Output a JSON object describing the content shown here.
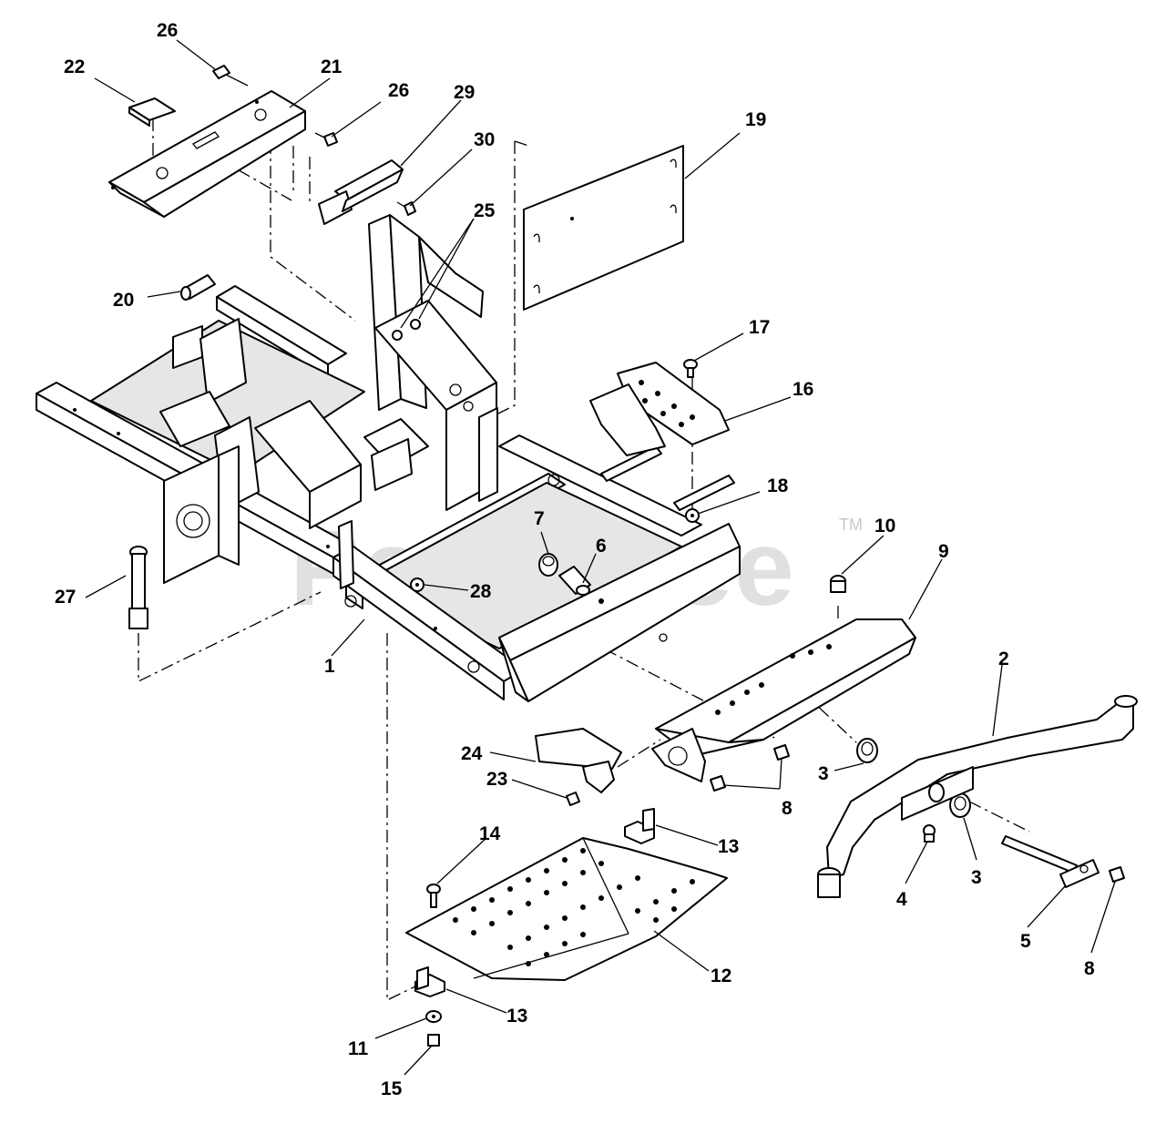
{
  "watermark": {
    "text": "PartsTree",
    "trademark": "TM"
  },
  "callouts": [
    {
      "id": "callout-26-top",
      "label": "26"
    },
    {
      "id": "callout-22",
      "label": "22"
    },
    {
      "id": "callout-21",
      "label": "21"
    },
    {
      "id": "callout-26-mid",
      "label": "26"
    },
    {
      "id": "callout-29",
      "label": "29"
    },
    {
      "id": "callout-30",
      "label": "30"
    },
    {
      "id": "callout-19",
      "label": "19"
    },
    {
      "id": "callout-25",
      "label": "25"
    },
    {
      "id": "callout-20",
      "label": "20"
    },
    {
      "id": "callout-17",
      "label": "17"
    },
    {
      "id": "callout-16",
      "label": "16"
    },
    {
      "id": "callout-18",
      "label": "18"
    },
    {
      "id": "callout-10",
      "label": "10"
    },
    {
      "id": "callout-9",
      "label": "9"
    },
    {
      "id": "callout-7",
      "label": "7"
    },
    {
      "id": "callout-6",
      "label": "6"
    },
    {
      "id": "callout-28",
      "label": "28"
    },
    {
      "id": "callout-27",
      "label": "27"
    },
    {
      "id": "callout-1",
      "label": "1"
    },
    {
      "id": "callout-2",
      "label": "2"
    },
    {
      "id": "callout-24",
      "label": "24"
    },
    {
      "id": "callout-3-upper",
      "label": "3"
    },
    {
      "id": "callout-23",
      "label": "23"
    },
    {
      "id": "callout-8-mid",
      "label": "8"
    },
    {
      "id": "callout-14",
      "label": "14"
    },
    {
      "id": "callout-13-upper",
      "label": "13"
    },
    {
      "id": "callout-4",
      "label": "4"
    },
    {
      "id": "callout-3-lower",
      "label": "3"
    },
    {
      "id": "callout-5",
      "label": "5"
    },
    {
      "id": "callout-8-lower",
      "label": "8"
    },
    {
      "id": "callout-12",
      "label": "12"
    },
    {
      "id": "callout-13-lower",
      "label": "13"
    },
    {
      "id": "callout-11",
      "label": "11"
    },
    {
      "id": "callout-15",
      "label": "15"
    }
  ]
}
